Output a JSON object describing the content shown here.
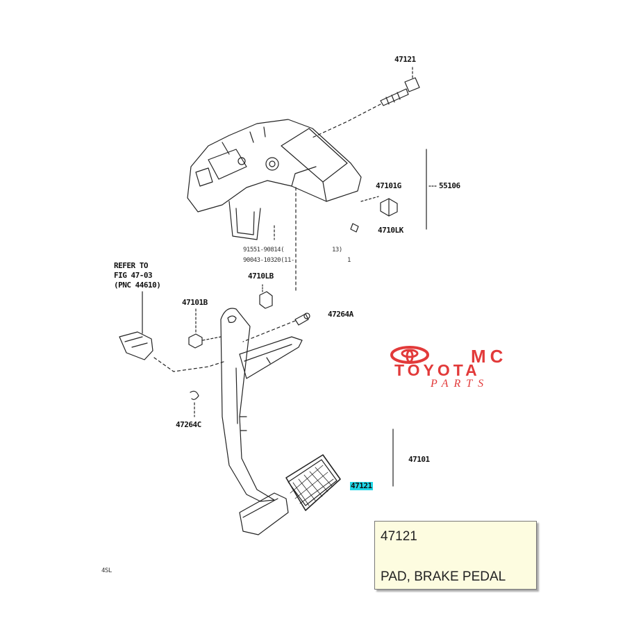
{
  "callouts": {
    "bolt_top": "47121",
    "bracket_assy": "55106",
    "bracket_nut": "47101G",
    "bracket_sub": "4710LK",
    "bolt_codes_1": "91551-90814(",
    "bolt_codes_2": "90043-10320(11-",
    "bolt_codes_3": "13)",
    "bolt_codes_4": "1",
    "refer_1": "REFER TO",
    "refer_2": "FIG 47-03",
    "refer_3": "(PNC 44610)",
    "bushing_a": "4710LB",
    "bushing_b": "47101B",
    "pin": "47264A",
    "clip": "47264C",
    "pedal_assy": "47101",
    "pad": "47121",
    "diagram_code": "4SL"
  },
  "logo": {
    "line1": "MC",
    "line2": "TOYOTA",
    "line3": "PARTS",
    "color": "#e23a3a"
  },
  "info_box": {
    "part_number": "47121",
    "description": "PAD, BRAKE PEDAL",
    "background": "#fdfce0"
  },
  "highlight_color": "#20d8e8"
}
